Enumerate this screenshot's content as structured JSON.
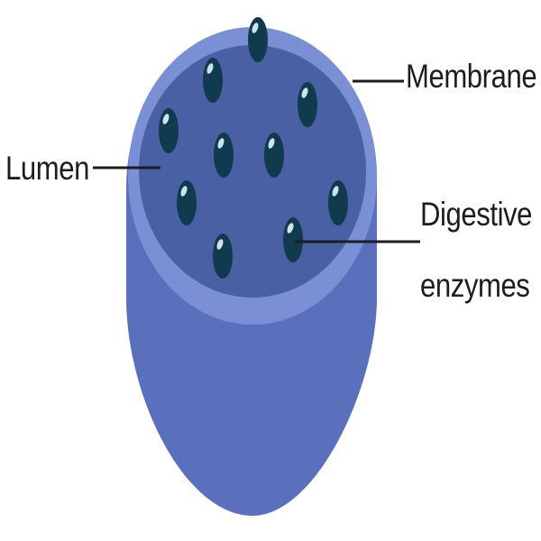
{
  "labels": {
    "membrane": "Membrane",
    "lumen": "Lumen",
    "digestive_line1": "Digestive",
    "digestive_line2": "enzymes"
  },
  "colors": {
    "membrane_outer": "#5b70bd",
    "membrane_rim": "#7b8fd4",
    "lumen": "#4961a4",
    "enzyme": "#103a4e",
    "enzyme_highlight": "#cfe2ee",
    "leader_line": "#1d1d1d",
    "text": "#1d1d1d"
  }
}
